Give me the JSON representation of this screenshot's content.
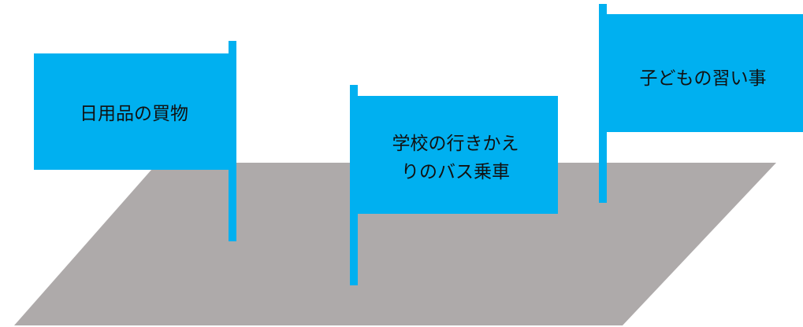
{
  "colors": {
    "background": "#ffffff",
    "ground": "#aeaaaa",
    "flag": "#00b0f0",
    "pole": "#00b0f0",
    "text": "#111111"
  },
  "flags": [
    {
      "id": "daily-shopping",
      "lines": [
        "日用品の買物"
      ]
    },
    {
      "id": "school-bus",
      "lines": [
        "学校の行きかえ",
        "りのバス乗車"
      ]
    },
    {
      "id": "kids-lessons",
      "lines": [
        "子どもの習い事"
      ]
    }
  ]
}
